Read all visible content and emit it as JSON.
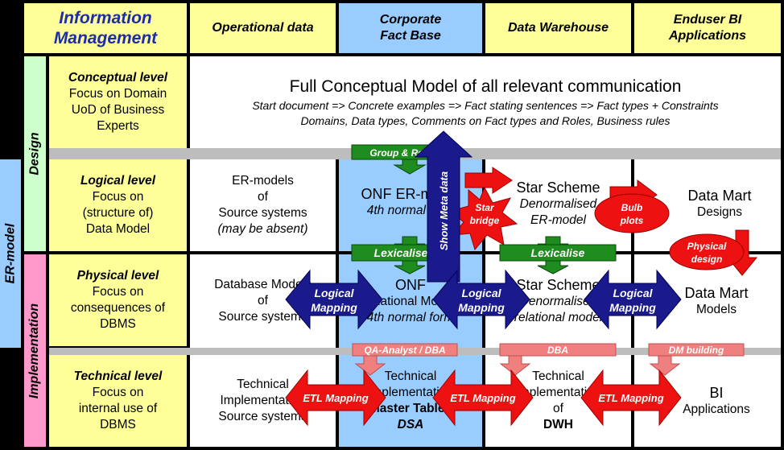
{
  "header": {
    "title_line1": "Information",
    "title_line2": "Management",
    "columns": [
      {
        "line1": "Operational data",
        "line2": ""
      },
      {
        "line1": "Corporate",
        "line2": "Fact Base"
      },
      {
        "line1": "Data Warehouse",
        "line2": ""
      },
      {
        "line1": "Enduser BI",
        "line2": "Applications"
      }
    ]
  },
  "side_labels": {
    "design": "Design",
    "er_model": "ER-model",
    "implementation": "Implementation"
  },
  "levels": [
    {
      "name": "Conceptual level",
      "l1": "Focus on Domain",
      "l2": "UoD of Business",
      "l3": "Experts"
    },
    {
      "name": "Logical level",
      "l1": "Focus on",
      "l2": "(structure of)",
      "l3": "Data Model"
    },
    {
      "name": "Physical level",
      "l1": "Focus on",
      "l2": "consequences of",
      "l3": "DBMS"
    },
    {
      "name": "Technical level",
      "l1": "Focus on",
      "l2": "internal use of",
      "l3": "DBMS"
    }
  ],
  "conceptual": {
    "title": "Full Conceptual Model of all relevant communication",
    "line2": "Start document => Concrete examples => Fact stating sentences => Fact types + Constraints",
    "line3": "Domains, Data types, Comments on Fact types and Roles, Business rules"
  },
  "logical": {
    "operational": {
      "l1": "ER-models",
      "l2": "of",
      "l3": "Source systems",
      "l4": "(may be absent)"
    },
    "factbase": {
      "l1": "ONF ER-model",
      "l2": "4th normal form"
    },
    "warehouse": {
      "l1": "Star Scheme",
      "l2": "Denormalised",
      "l3": "ER-model"
    },
    "enduser": {
      "l1": "Data Mart",
      "l2": "Designs"
    }
  },
  "physical": {
    "operational": {
      "l1": "Database Models",
      "l2": "of",
      "l3": "Source systems"
    },
    "factbase": {
      "l1": "ONF",
      "l2": "relational Model",
      "l3": "4th normal form"
    },
    "warehouse": {
      "l1": "Star Scheme",
      "l2": "Denormalised",
      "l3": "relational model"
    },
    "enduser": {
      "l1": "Data Mart",
      "l2": "Models"
    }
  },
  "technical": {
    "operational": {
      "l1": "Technical",
      "l2": "Implementation",
      "l3": "Source systems"
    },
    "factbase": {
      "l1": "Technical",
      "l2": "Implementation",
      "l3": "Master Tables",
      "l4": "DSA"
    },
    "warehouse": {
      "l1": "Technical",
      "l2": "Implementation",
      "l3": "of",
      "l4": "DWH"
    },
    "enduser": {
      "l1": "BI",
      "l2": "Applications"
    }
  },
  "arrows": {
    "group_relate": "Group & Relate",
    "show_meta_data": "Show Meta data",
    "star_bridge_l1": "Star",
    "star_bridge_l2": "bridge",
    "bulb_plots_l1": "Bulb",
    "bulb_plots_l2": "plots",
    "physical_design_l1": "Physical",
    "physical_design_l2": "design",
    "lexicalise_1": "Lexicalise",
    "lexicalise_2": "Lexicalise",
    "logical_mapping_l1": "Logical",
    "logical_mapping_l2": "Mapping",
    "qa_dba": "QA-Analyst / DBA",
    "dba": "DBA",
    "dm_building": "DM building",
    "etl_mapping": "ETL Mapping"
  },
  "colors": {
    "header_yellow": "#ffff99",
    "fact_blue": "#99ccff",
    "design_green": "#ccffcc",
    "impl_pink": "#ff99cc",
    "er_blue": "#99ccff",
    "arrow_green": "#1f8c1f",
    "arrow_blue": "#1a1a8c",
    "arrow_red": "#ee1111",
    "arrow_pink": "#f08080",
    "title_blue": "#1f2ca8"
  }
}
